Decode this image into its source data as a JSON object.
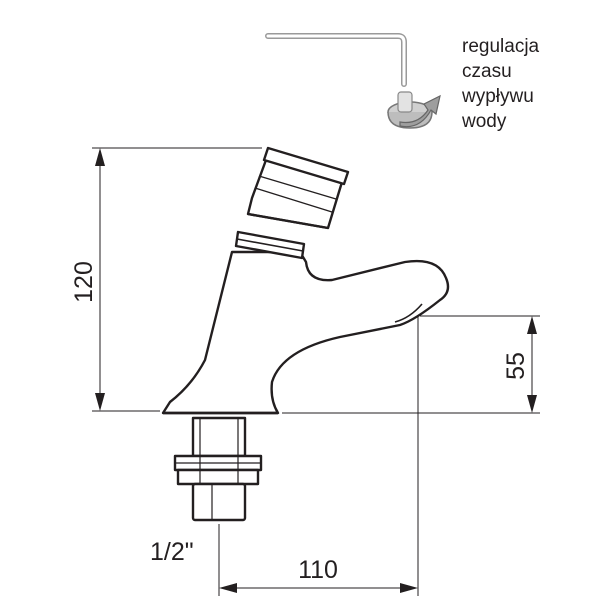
{
  "diagram": {
    "dimensions": {
      "height_total": "120",
      "height_outlet": "55",
      "reach": "110",
      "thread": "1/2\""
    },
    "note": {
      "lines": [
        "regulacja",
        "czasu",
        "wypływu",
        "wody"
      ]
    },
    "icons": {
      "key": "hex-key-icon",
      "rotate": "rotate-arrow-icon"
    },
    "colors": {
      "ink": "#231f20",
      "grey": "#9a9a9a",
      "background": "#ffffff"
    }
  }
}
